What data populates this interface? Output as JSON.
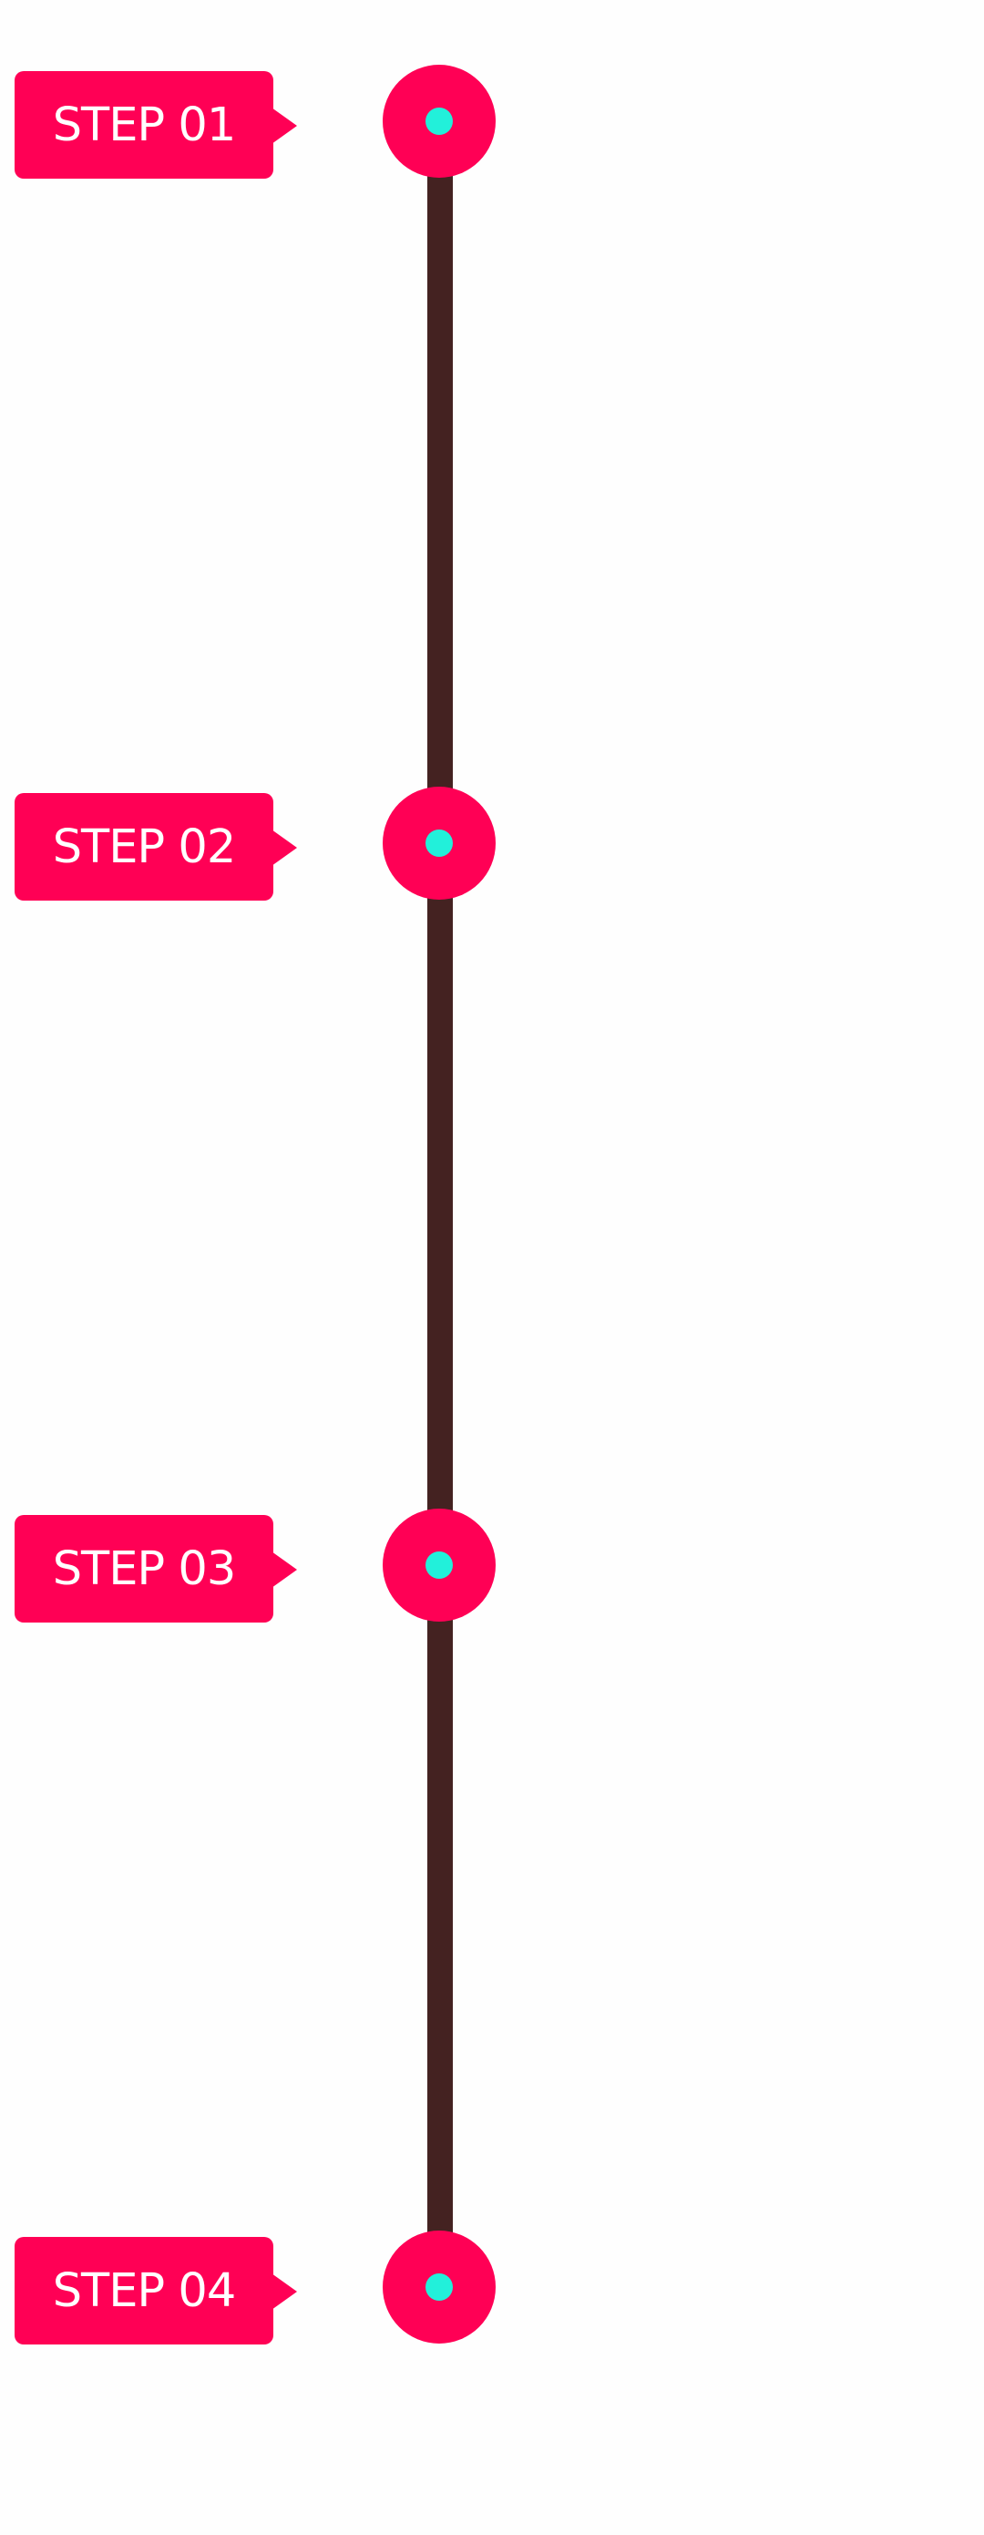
{
  "colors": {
    "accent": "#FF0055",
    "line": "#442221",
    "dot": "#22F0DA",
    "label_text": "#FFFFFF",
    "background": "#FEFEFE"
  },
  "timeline": {
    "steps": [
      {
        "label": "STEP 01"
      },
      {
        "label": "STEP 02"
      },
      {
        "label": "STEP 03"
      },
      {
        "label": "STEP 04"
      }
    ]
  }
}
